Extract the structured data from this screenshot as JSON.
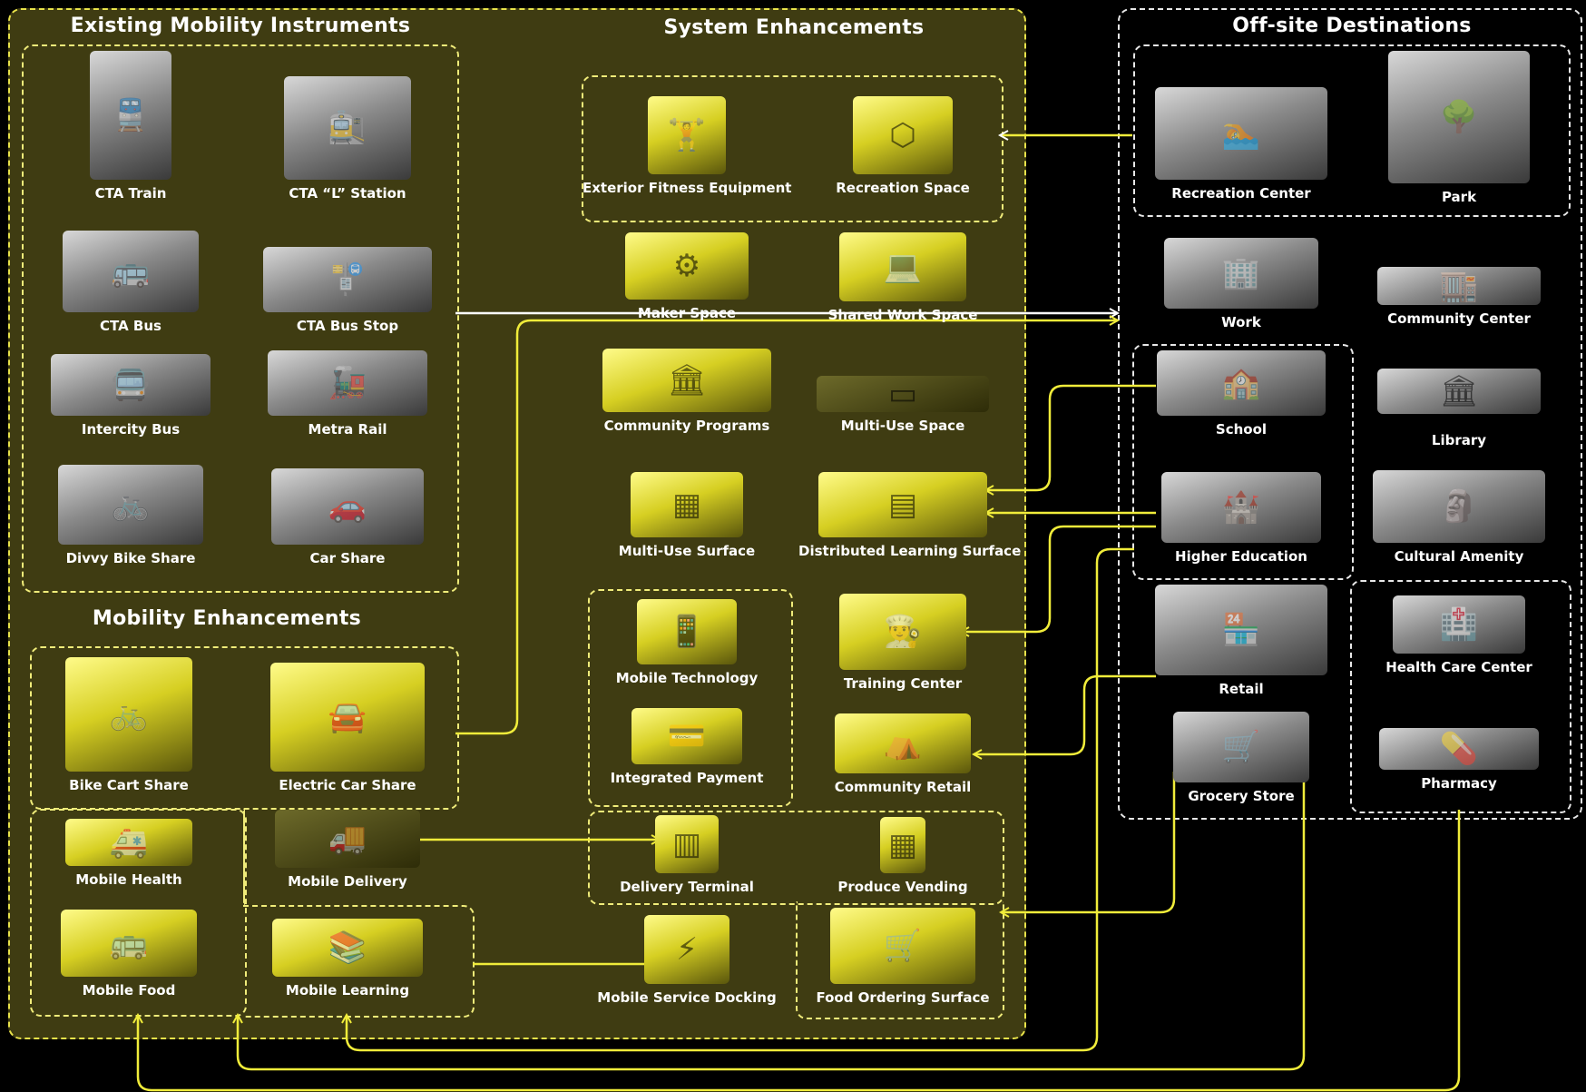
{
  "sections": {
    "existing": "Existing Mobility Instruments",
    "system": "System Enhancements",
    "offsite": "Off-site Destinations",
    "mobility": "Mobility Enhancements"
  },
  "existing_items": [
    {
      "label": "CTA Train",
      "icon": "train-icon"
    },
    {
      "label": "CTA  “L” Station",
      "icon": "station-icon"
    },
    {
      "label": "CTA Bus",
      "icon": "bus-icon"
    },
    {
      "label": "CTA  Bus Stop",
      "icon": "bus-stop-icon"
    },
    {
      "label": "Intercity Bus",
      "icon": "coach-icon"
    },
    {
      "label": "Metra Rail",
      "icon": "locomotive-icon"
    },
    {
      "label": "Divvy Bike Share",
      "icon": "bike-icon"
    },
    {
      "label": "Car Share",
      "icon": "car-icon"
    }
  ],
  "mobility_items": [
    {
      "label": "Bike Cart Share",
      "icon": "cargo-bike-icon"
    },
    {
      "label": "Electric Car Share",
      "icon": "electric-car-icon"
    },
    {
      "label": "Mobile Health",
      "icon": "health-bus-icon"
    },
    {
      "label": "Mobile Delivery",
      "icon": "delivery-truck-icon"
    },
    {
      "label": "Mobile Food",
      "icon": "food-bus-icon"
    },
    {
      "label": "Mobile Learning",
      "icon": "library-truck-icon"
    }
  ],
  "system_items": [
    {
      "label": "Exterior Fitness Equipment",
      "icon": "fitness-icon"
    },
    {
      "label": "Recreation Space",
      "icon": "recreation-room-icon"
    },
    {
      "label": "Maker Space",
      "icon": "3d-printer-icon"
    },
    {
      "label": "Shared Work Space",
      "icon": "desk-icon"
    },
    {
      "label": "Community Programs",
      "icon": "pavilion-icon"
    },
    {
      "label": "Multi-Use Space",
      "icon": "canopy-icon"
    },
    {
      "label": "Multi-Use Surface",
      "icon": "surface-icon"
    },
    {
      "label": "Distributed Learning Surface",
      "icon": "learning-wall-icon"
    },
    {
      "label": "Mobile Technology",
      "icon": "phone-icon"
    },
    {
      "label": "Training Center",
      "icon": "chef-icon"
    },
    {
      "label": "Integrated Payment",
      "icon": "payment-card-icon"
    },
    {
      "label": "Community Retail",
      "icon": "market-tent-icon"
    },
    {
      "label": "Delivery Terminal",
      "icon": "locker-icon"
    },
    {
      "label": "Produce Vending",
      "icon": "vending-icon"
    },
    {
      "label": "Mobile Service Docking",
      "icon": "docking-icon"
    },
    {
      "label": "Food Ordering Surface",
      "icon": "ordering-wall-icon"
    }
  ],
  "offsite_items": [
    {
      "label": "Recreation Center",
      "icon": "rec-center-icon"
    },
    {
      "label": "Park",
      "icon": "park-icon"
    },
    {
      "label": "Work",
      "icon": "office-icon"
    },
    {
      "label": "Community Center",
      "icon": "community-center-icon"
    },
    {
      "label": "School",
      "icon": "school-icon"
    },
    {
      "label": "Library",
      "icon": "library-icon"
    },
    {
      "label": "Higher Education",
      "icon": "university-icon"
    },
    {
      "label": "Cultural Amenity",
      "icon": "sculpture-icon"
    },
    {
      "label": "Retail",
      "icon": "retail-icon"
    },
    {
      "label": "Health Care Center",
      "icon": "hospital-icon"
    },
    {
      "label": "Grocery Store",
      "icon": "grocery-icon"
    },
    {
      "label": "Pharmacy",
      "icon": "pharmacy-icon"
    }
  ],
  "colors": {
    "panel": "#3f3c12",
    "accent": "#f0ec3a",
    "connector_white": "#ffffff",
    "background": "#000000"
  }
}
